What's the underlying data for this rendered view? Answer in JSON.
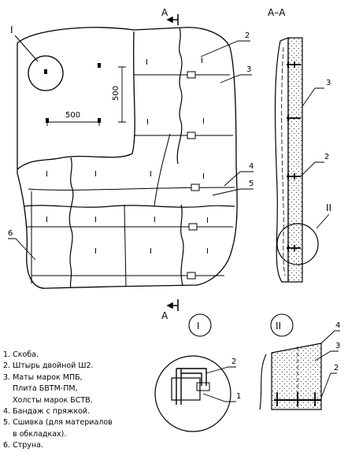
{
  "sections": {
    "main_section_label": "А",
    "main_section_label_bottom": "А",
    "section_view_title": "А–А",
    "detail_one_label": "I",
    "detail_two_label": "II",
    "detail_one_title": "I",
    "detail_two_title": "II"
  },
  "dimensions": {
    "horizontal": "500",
    "vertical": "500"
  },
  "panel_marks": [
    "I",
    "I",
    "I",
    "I",
    "I",
    "I",
    "I",
    "I",
    "I",
    "I",
    "I",
    "I",
    "I",
    "I",
    "I"
  ],
  "callouts": {
    "main": [
      "2",
      "3",
      "4",
      "5",
      "6"
    ],
    "section": [
      "3",
      "2"
    ],
    "detail_one": [
      "2",
      "1"
    ],
    "detail_two": [
      "4",
      "3",
      "2"
    ]
  },
  "legend": [
    {
      "num": "1.",
      "text": "Скоба."
    },
    {
      "num": "2.",
      "text": "Штырь двойной Ш2."
    },
    {
      "num": "3.",
      "text": "Маты марок МПБ,"
    },
    {
      "num": "",
      "text": "Плита БВТМ-ПМ,"
    },
    {
      "num": "",
      "text": "Холсты марок БСТВ."
    },
    {
      "num": "4.",
      "text": "Бандаж с пряжкой."
    },
    {
      "num": "5.",
      "text": "Сшивка (для материалов"
    },
    {
      "num": "",
      "text": "в обкладках)."
    },
    {
      "num": "6.",
      "text": "Струна."
    }
  ],
  "colors": {
    "ink": "#000000",
    "paper": "#ffffff"
  }
}
